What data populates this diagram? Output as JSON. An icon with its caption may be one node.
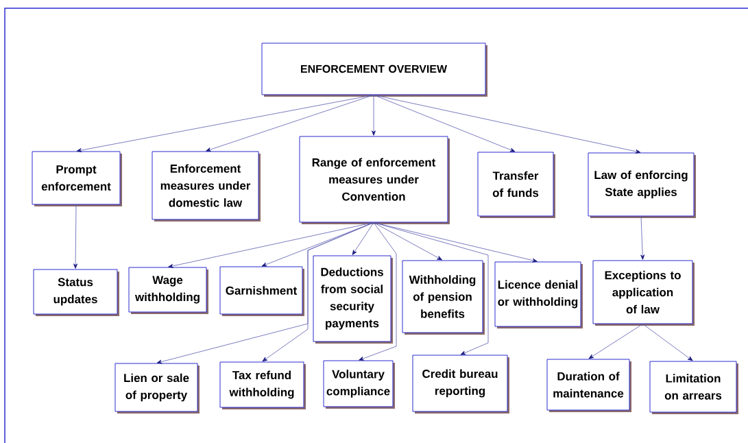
{
  "diagram": {
    "nodes": [
      {
        "text": [
          "ENFORCEMENT OVERVIEW"
        ]
      },
      {
        "text": [
          "Prompt enforcement"
        ]
      },
      {
        "text": [
          "Enforcement measures under domestic law"
        ]
      },
      {
        "text": [
          "Range of  enforcement measures under Convention"
        ]
      },
      {
        "text": [
          "Transfer of funds"
        ]
      },
      {
        "text": [
          "Law of enforcing State applies"
        ]
      },
      {
        "text": [
          "Status updates"
        ]
      },
      {
        "text": [
          "Wage withholding"
        ]
      },
      {
        "text": [
          "Garnishment"
        ]
      },
      {
        "text": [
          "Deductions from social security payments"
        ]
      },
      {
        "text": [
          "Withholding of pension benefits"
        ]
      },
      {
        "text": [
          "Licence denial or withholding"
        ]
      },
      {
        "text": [
          "Exceptions to application of law"
        ]
      },
      {
        "text": [
          "Lien or sale of property"
        ]
      },
      {
        "text": [
          "Tax refund withholding"
        ]
      },
      {
        "text": [
          "Voluntary compliance"
        ]
      },
      {
        "text": [
          "Credit bureau reporting"
        ]
      },
      {
        "text": [
          "Duration of maintenance"
        ]
      },
      {
        "text": [
          "Limitation on arrears"
        ]
      }
    ],
    "edges": [
      {
        "from": 0,
        "to": 1,
        "arrow": "to"
      },
      {
        "from": 0,
        "to": 2,
        "arrow": "to"
      },
      {
        "from": 0,
        "to": 3,
        "arrow": "to"
      },
      {
        "from": 0,
        "to": 4,
        "arrow": "to"
      },
      {
        "from": 0,
        "to": 5,
        "arrow": "to"
      },
      {
        "from": 1,
        "to": 6,
        "arrow": "to"
      },
      {
        "from": 3,
        "to": 7,
        "arrow": "to"
      },
      {
        "from": 3,
        "to": 8,
        "arrow": "to"
      },
      {
        "from": 3,
        "to": 9,
        "arrow": "to"
      },
      {
        "from": 3,
        "to": 10,
        "arrow": "to"
      },
      {
        "from": 3,
        "to": 11,
        "arrow": "to"
      },
      {
        "from": 3,
        "to": 13,
        "arrow": "to"
      },
      {
        "from": 3,
        "to": 14,
        "arrow": "to"
      },
      {
        "from": 3,
        "to": 15,
        "arrow": "to"
      },
      {
        "from": 3,
        "to": 16,
        "arrow": "to"
      },
      {
        "from": 5,
        "to": 12,
        "arrow": "to"
      },
      {
        "from": 12,
        "to": 17,
        "arrow": "to"
      },
      {
        "from": 12,
        "to": 18,
        "arrow": "to"
      }
    ]
  }
}
